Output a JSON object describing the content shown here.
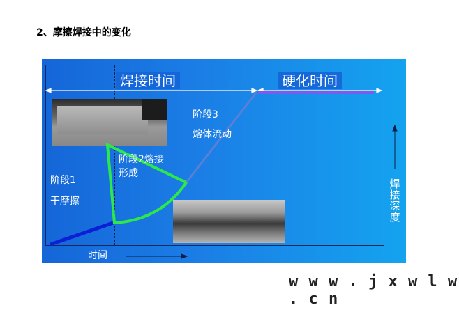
{
  "heading": "2、摩擦焊接中的变化",
  "diagram": {
    "header_weld_time": "焊接时间",
    "header_harden_time": "硬化时间",
    "stage1_line1": "阶段1",
    "stage1_line2": "干摩擦",
    "stage2_line1": "阶段2熔接",
    "stage2_line2": "形成",
    "stage3_line1": "阶段3",
    "stage3_line2": "熔体流动",
    "y_axis_label": "焊接深度",
    "x_axis_label": "时间",
    "colors": {
      "stage1_line": "#0a1fd6",
      "stage2_line": "#2ee84a",
      "stage3_line": "#5a7fd6",
      "harden_line": "#7a5cf0"
    }
  },
  "watermark": "www.jxwlw.cn"
}
